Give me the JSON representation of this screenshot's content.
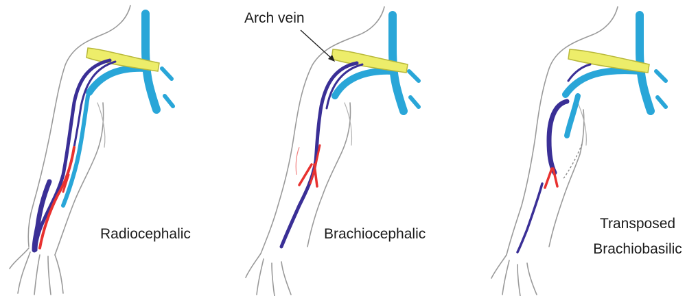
{
  "colors": {
    "vein_deep": "#29a6d8",
    "vein_superficial": "#3a2f96",
    "artery": "#e8312f",
    "clavicle": "#eded6a",
    "clavicle_edge": "#b8b83a",
    "outline": "#9a9a9a"
  },
  "annotation": {
    "text": "Arch vein"
  },
  "panels": [
    {
      "name": "radiocephalic",
      "label_lines": [
        "Radiocephalic"
      ]
    },
    {
      "name": "brachiocephalic",
      "label_lines": [
        "Brachiocephalic"
      ]
    },
    {
      "name": "transposed-brachiobasilic",
      "label_lines": [
        "Transposed",
        "Brachiobasilic"
      ]
    }
  ]
}
